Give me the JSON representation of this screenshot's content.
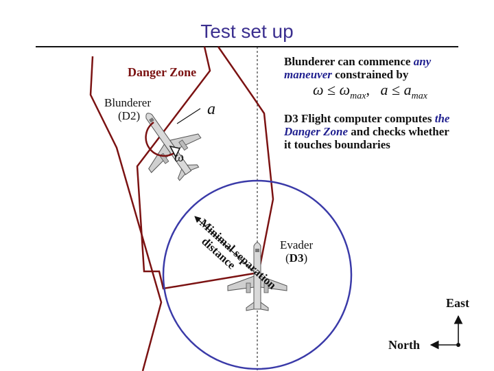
{
  "title": "Test set up",
  "danger_zone_label": "Danger Zone",
  "blunderer": {
    "name": "Blunderer",
    "id": "D2"
  },
  "blunderer_text": {
    "line1": "Blunderer can commence",
    "any": "any",
    "maneuver": "maneuver",
    "constrained": "constrained by"
  },
  "constraint": {
    "omega": "ω",
    "le1": "≤",
    "omega_max": "ω",
    "max1": "max",
    "comma": ",",
    "a": "a",
    "le2": "≤",
    "a_max": "a",
    "max2": "max"
  },
  "accel_symbol": "a",
  "turnrate_symbol": "ω",
  "d3_text": {
    "line1a": "D3 Flight computer computes",
    "line1b": "the",
    "line2a": "Danger Zone",
    "line2b": "and checks whether",
    "line3": "it touches boundaries"
  },
  "min_sep_label": "Minimal separation distance",
  "min_sep_line1": "Minimal separation",
  "min_sep_line2": "distance",
  "evader": {
    "name": "Evader",
    "id": "D3"
  },
  "compass": {
    "east": "East",
    "north": "North"
  },
  "colors": {
    "title": "#3b2f8f",
    "trajectory": "#7b1212",
    "circle": "#3a3aa8",
    "accent_italic": "#1f1f8f"
  }
}
